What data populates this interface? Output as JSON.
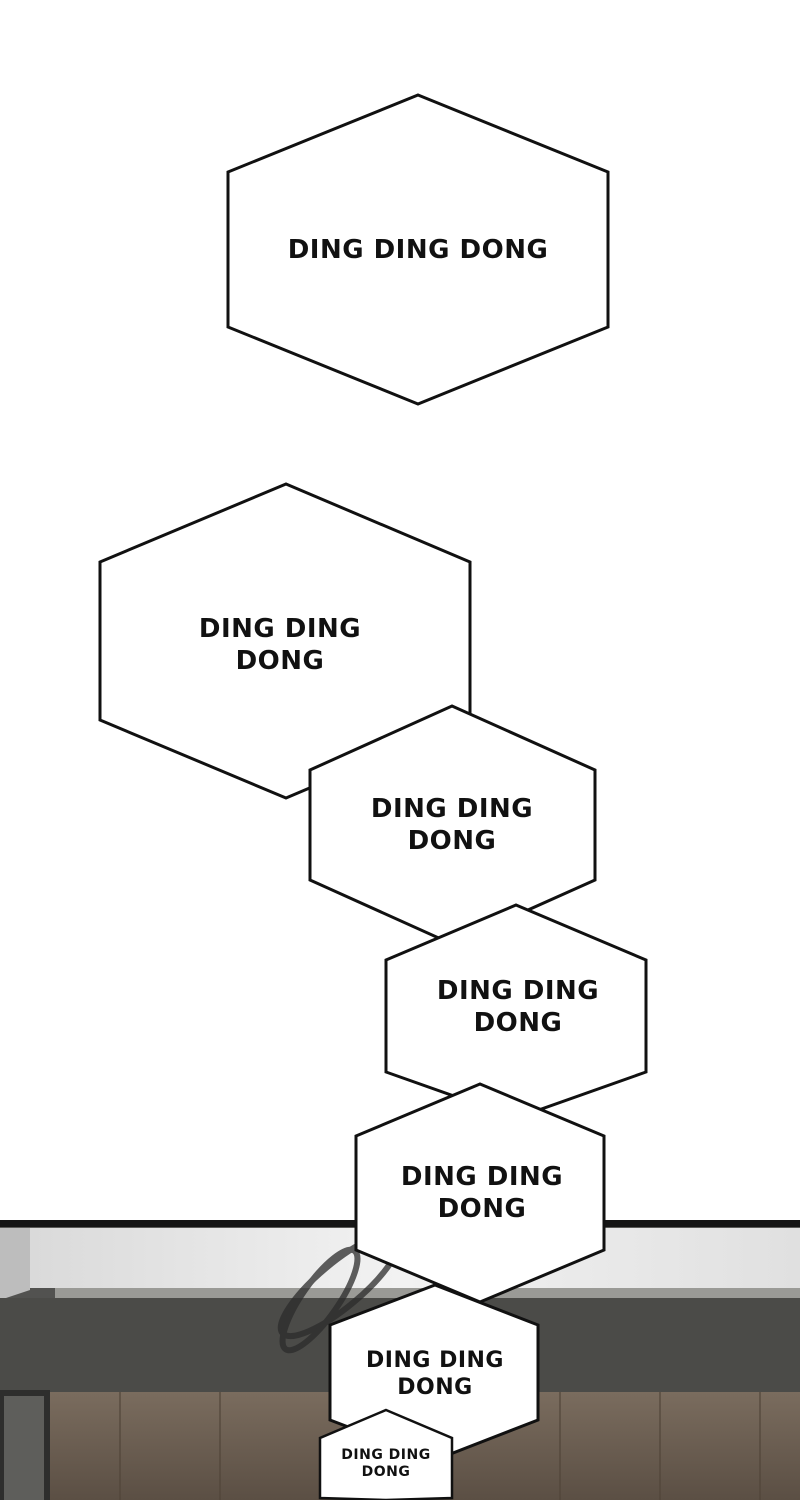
{
  "panel": {
    "background_color": "#ffffff",
    "room_colors": {
      "ceiling": "#e8e8e8",
      "wall": "#4a4a48",
      "floor": "#6b5e52",
      "frame": "#151515"
    }
  },
  "bubbles": [
    {
      "text": "DING DING DONG"
    },
    {
      "text": "DING DING\nDONG"
    },
    {
      "text": "DING DING\nDONG"
    },
    {
      "text": "DING DING\nDONG"
    },
    {
      "text": "DING DING\nDONG"
    },
    {
      "text": "DING DING\nDONG"
    },
    {
      "text": "DING DING\nDONG"
    }
  ]
}
